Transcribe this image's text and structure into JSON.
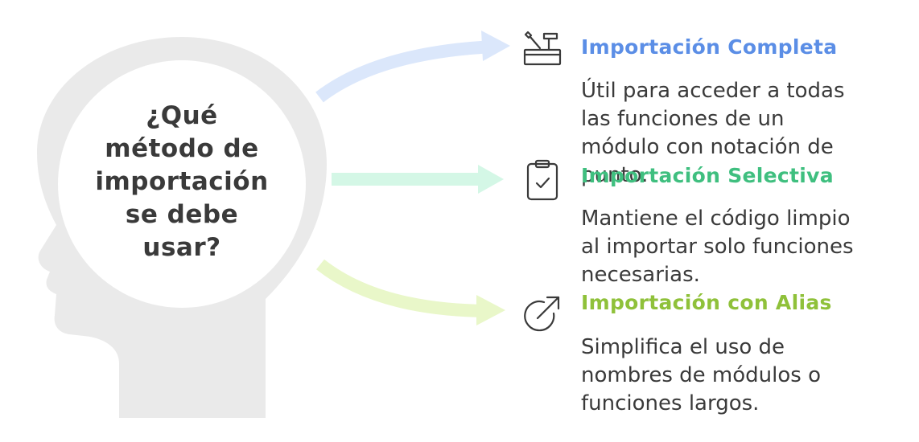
{
  "question": {
    "lines": [
      "¿Qué",
      "método de",
      "importación",
      "se debe",
      "usar?"
    ]
  },
  "options": [
    {
      "title": "Importación Completa",
      "color": "#5b8ee6",
      "arrow_color": "#dbe7fb",
      "icon": "toolbox-icon",
      "desc_lines": [
        "Útil para acceder a todas",
        "las funciones de un",
        "módulo con notación de",
        "punto."
      ]
    },
    {
      "title": "Importación Selectiva",
      "color": "#3fbf7f",
      "arrow_color": "#d4f7e6",
      "icon": "clipboard-check-icon",
      "desc_lines": [
        "Mantiene el código limpio",
        "al importar solo funciones",
        "necesarias."
      ]
    },
    {
      "title": "Importación con Alias",
      "color": "#8fc13a",
      "arrow_color": "#e9f7c9",
      "icon": "arrow-out-circle-icon",
      "desc_lines": [
        "Simplifica el uso de",
        "nombres de módulos o",
        "funciones largos."
      ]
    }
  ],
  "head_color": "#eaeaea"
}
